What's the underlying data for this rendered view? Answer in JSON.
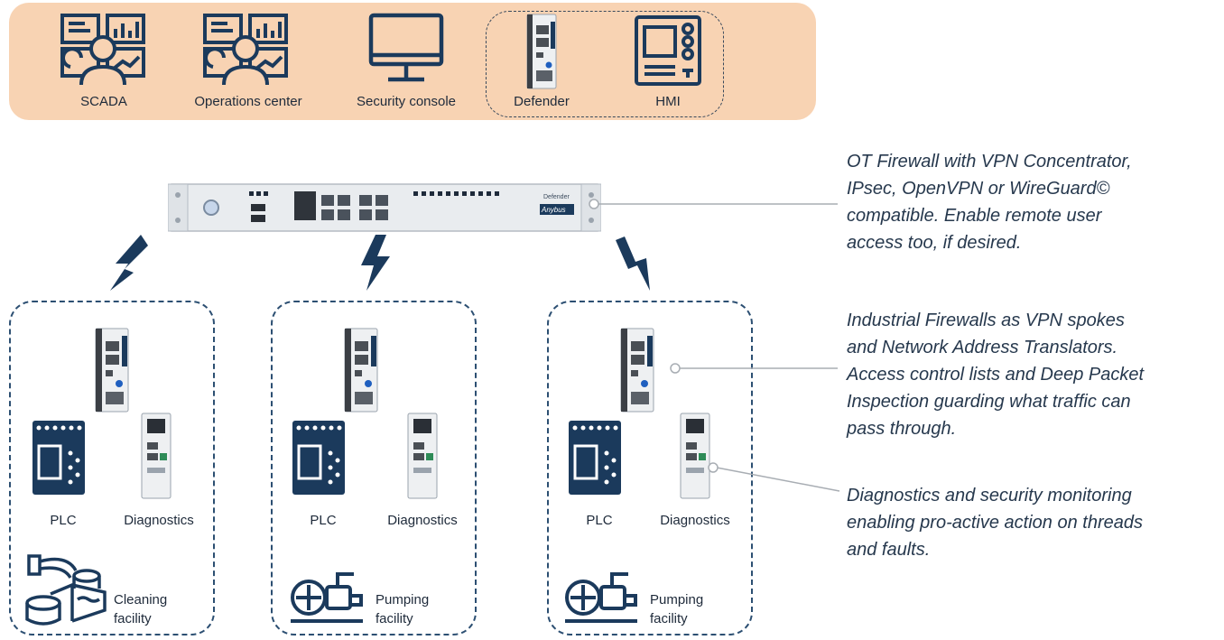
{
  "top_bar": {
    "items": [
      {
        "label": "SCADA",
        "icon": "scada-icon"
      },
      {
        "label": "Operations center",
        "icon": "operations-center-icon"
      },
      {
        "label": "Security console",
        "icon": "monitor-icon"
      },
      {
        "label": "Defender",
        "icon": "defender-device-icon"
      },
      {
        "label": "HMI",
        "icon": "hmi-icon"
      }
    ]
  },
  "rack": {
    "brand": "Anybus",
    "model": "Defender"
  },
  "sites": [
    {
      "plc_label": "PLC",
      "diag_label": "Diagnostics",
      "facility_line1": "Cleaning",
      "facility_line2": "facility"
    },
    {
      "plc_label": "PLC",
      "diag_label": "Diagnostics",
      "facility_line1": "Pumping",
      "facility_line2": "facility"
    },
    {
      "plc_label": "PLC",
      "diag_label": "Diagnostics",
      "facility_line1": "Pumping",
      "facility_line2": "facility"
    }
  ],
  "notes": {
    "firewall": [
      "OT Firewall with VPN Concentrator,",
      "IPsec, OpenVPN or WireGuard©",
      "compatible. Enable remote user",
      "access too, if desired."
    ],
    "spokes": [
      "Industrial Firewalls as VPN spokes",
      "and Network Address Translators.",
      "Access control lists and Deep Packet",
      "Inspection guarding what traffic can",
      "pass through."
    ],
    "diagnostics": [
      "Diagnostics and security monitoring",
      "enabling pro-active action on threads",
      "and faults."
    ]
  },
  "colors": {
    "panel": "#f8d3b3",
    "navy": "#1b3a5c",
    "dash": "#2c4f72"
  }
}
